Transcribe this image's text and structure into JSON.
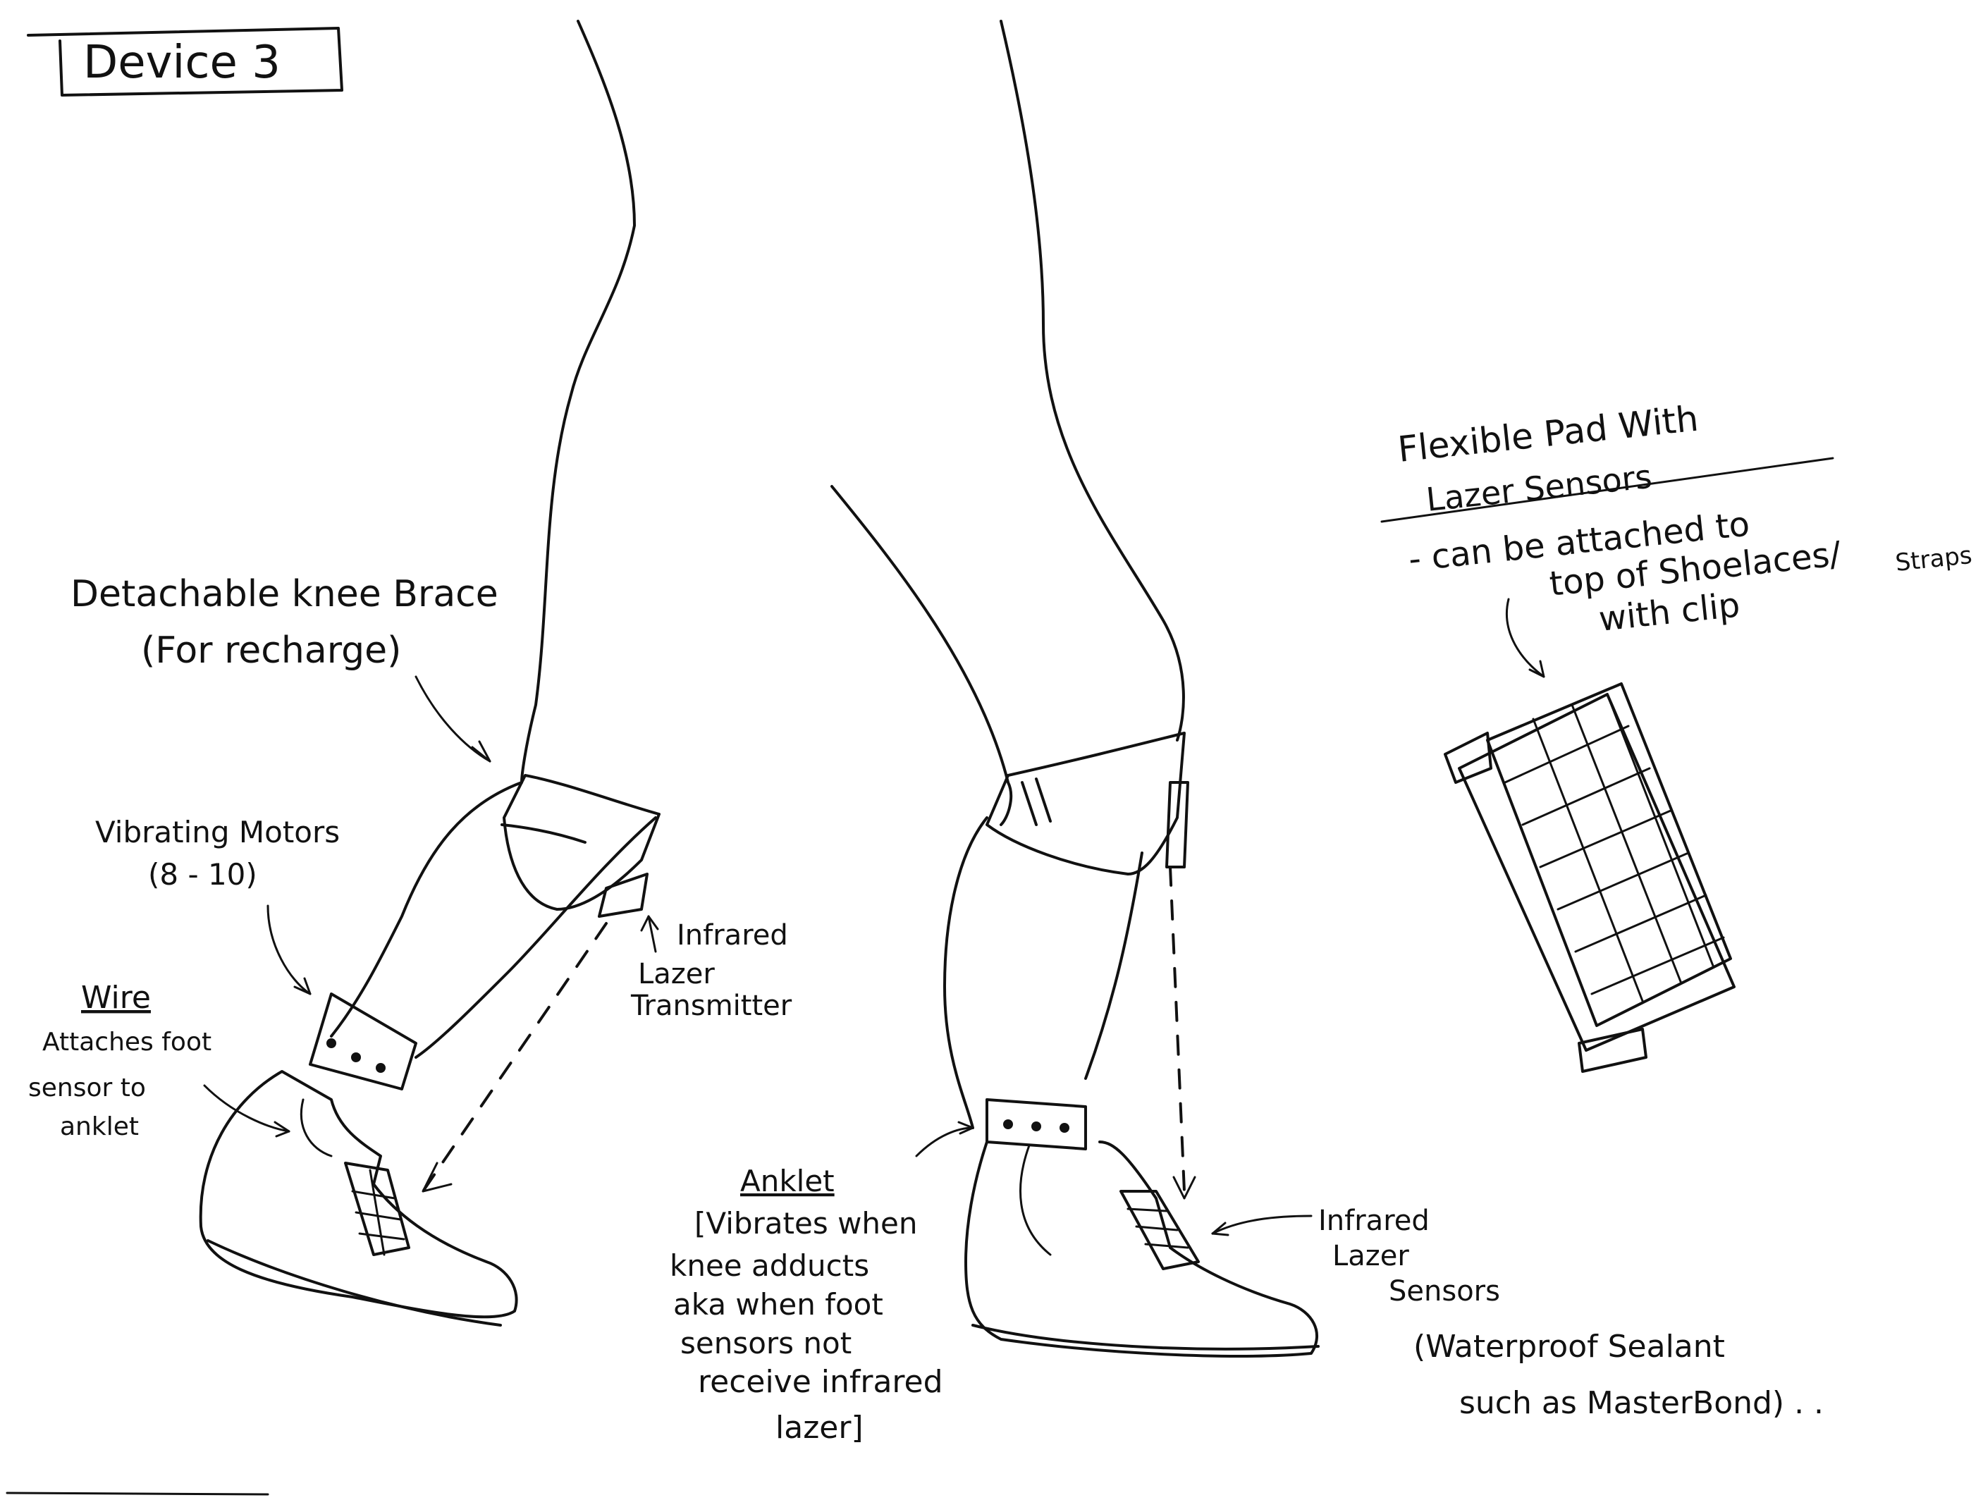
{
  "title": "Device 3",
  "labels": {
    "knee_brace_line1": "Detachable knee Brace",
    "knee_brace_line2": "(For recharge)",
    "motors_line1": "Vibrating Motors",
    "motors_line2": "(8 - 10)",
    "wire_title": "Wire",
    "wire_line1": "Attaches foot",
    "wire_line2": "sensor to",
    "wire_line3": "anklet",
    "transmitter_line1": "Infrared",
    "transmitter_line2": "Lazer",
    "transmitter_line3": "Transmitter",
    "anklet_title": "Anklet",
    "anklet_line1": "[Vibrates when",
    "anklet_line2": "knee adducts",
    "anklet_line3": "aka when foot",
    "anklet_line4": "sensors not",
    "anklet_line5": "receive infrared",
    "anklet_line6": "lazer]",
    "sensors_line1": "Infrared",
    "sensors_line2": "Lazer",
    "sensors_line3": "Sensors",
    "sealant_line1": "(Waterproof Sealant",
    "sealant_line2": "such as MasterBond) . .",
    "pad_line1": "Flexible Pad With",
    "pad_line2": "Lazer Sensors",
    "pad_note1": "- can be attached to",
    "pad_note2": "top of Shoelaces/",
    "pad_note2_small": "Straps",
    "pad_note3": "with clip"
  },
  "colors": {
    "ink": "#111111",
    "paper": "#ffffff",
    "shading": "#d9d9d9"
  }
}
